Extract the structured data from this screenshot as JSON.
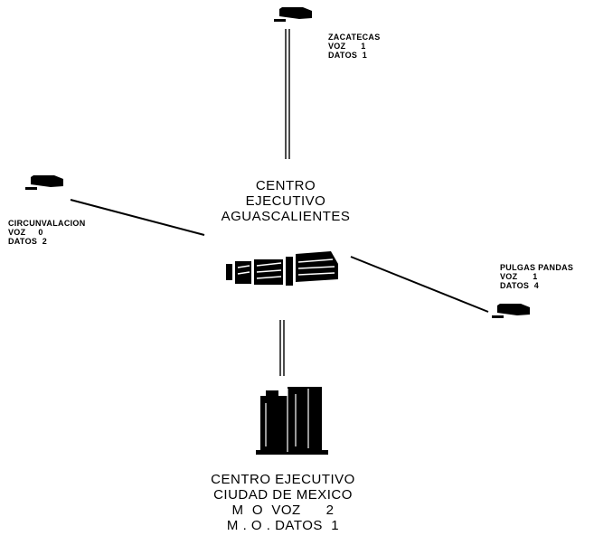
{
  "colors": {
    "ink": "#000000",
    "background": "#ffffff"
  },
  "hub": {
    "icon": "central-switch-icon",
    "lines": [
      "CENTRO",
      "EJECUTIVO",
      "AGUASCALIENTES"
    ]
  },
  "sites": [
    {
      "icon": "telephone-icon",
      "lines": [
        "ZACATECAS",
        "VOZ      1",
        "DATOS  1"
      ]
    },
    {
      "icon": "telephone-icon",
      "lines": [
        "CIRCUNVALACION",
        "VOZ     0",
        "DATOS  2"
      ]
    },
    {
      "icon": "telephone-icon",
      "lines": [
        "PULGAS PANDAS",
        "VOZ      1",
        "DATOS  4"
      ]
    }
  ],
  "mainframe": {
    "icon": "mainframe-computer-icon",
    "lines": [
      "CENTRO EJECUTIVO",
      "CIUDAD DE MEXICO",
      "M  O  VOZ      2",
      "M . O . DATOS  1"
    ]
  }
}
